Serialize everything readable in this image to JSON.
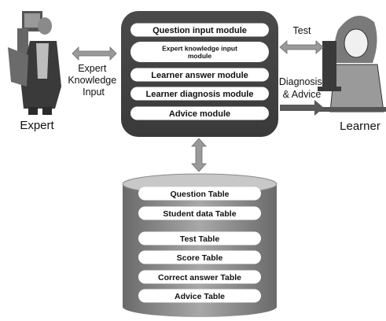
{
  "actors": {
    "expert": "Expert",
    "learner": "Learner"
  },
  "arrows": {
    "expert_input": [
      "Expert",
      "Knowledge",
      "Input"
    ],
    "test": "Test",
    "diagnosis_advice": [
      "Diagnosis",
      "& Advice"
    ]
  },
  "system_modules": [
    [
      "Question input module"
    ],
    [
      "Expert knowledge input",
      "module"
    ],
    [
      "Learner answer module"
    ],
    [
      "Learner diagnosis module"
    ],
    [
      "Advice module"
    ]
  ],
  "database_tables": [
    "Question Table",
    "Student data Table",
    "Test Table",
    "Score Table",
    "Correct answer Table",
    "Advice Table"
  ]
}
